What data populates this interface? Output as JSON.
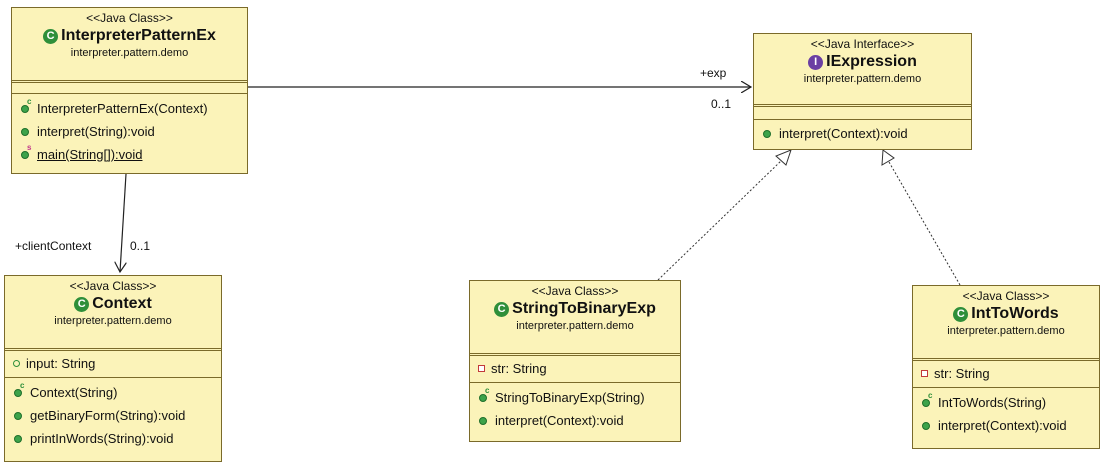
{
  "classes": {
    "interpreter_ex": {
      "stereotype": "<<Java Class>>",
      "icon": "class-icon",
      "name": "InterpreterPatternEx",
      "package": "interpreter.pattern.demo",
      "methods": [
        {
          "text": "InterpreterPatternEx(Context)",
          "icon": "constructor-icon"
        },
        {
          "text": "interpret(String):void",
          "icon": "public-method-icon"
        },
        {
          "text": "main(String[]):void",
          "icon": "static-method-icon"
        }
      ]
    },
    "iexpression": {
      "stereotype": "<<Java Interface>>",
      "icon": "interface-icon",
      "name": "IExpression",
      "package": "interpreter.pattern.demo",
      "methods": [
        {
          "text": "interpret(Context):void",
          "icon": "public-method-icon"
        }
      ]
    },
    "context": {
      "stereotype": "<<Java Class>>",
      "icon": "class-icon",
      "name": "Context",
      "package": "interpreter.pattern.demo",
      "fields": [
        {
          "text": "input: String",
          "icon": "public-field-icon"
        }
      ],
      "methods": [
        {
          "text": "Context(String)",
          "icon": "constructor-icon"
        },
        {
          "text": "getBinaryForm(String):void",
          "icon": "public-method-icon"
        },
        {
          "text": "printInWords(String):void",
          "icon": "public-method-icon"
        }
      ]
    },
    "string_to_binary": {
      "stereotype": "<<Java Class>>",
      "icon": "class-icon",
      "name": "StringToBinaryExp",
      "package": "interpreter.pattern.demo",
      "fields": [
        {
          "text": "str: String",
          "icon": "private-field-icon"
        }
      ],
      "methods": [
        {
          "text": "StringToBinaryExp(String)",
          "icon": "constructor-icon"
        },
        {
          "text": "interpret(Context):void",
          "icon": "public-method-icon"
        }
      ]
    },
    "int_to_words": {
      "stereotype": "<<Java Class>>",
      "icon": "class-icon",
      "name": "IntToWords",
      "package": "interpreter.pattern.demo",
      "fields": [
        {
          "text": "str: String",
          "icon": "private-field-icon"
        }
      ],
      "methods": [
        {
          "text": "IntToWords(String)",
          "icon": "constructor-icon"
        },
        {
          "text": "interpret(Context):void",
          "icon": "public-method-icon"
        }
      ]
    }
  },
  "relations": {
    "exp_role": "+exp",
    "exp_multiplicity": "0..1",
    "client_context_role": "+clientContext",
    "client_context_multiplicity": "0..1"
  },
  "colors": {
    "class_fill": "#fbf3b9",
    "class_border": "#7a6a2a",
    "class_icon": "#2f8f3a",
    "interface_icon": "#6b3fa3"
  }
}
